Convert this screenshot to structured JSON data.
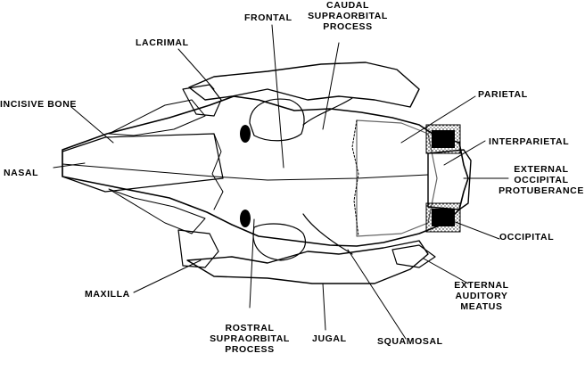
{
  "labels": {
    "frontal": "FRONTAL",
    "caudal_supraorbital_process": [
      "CAUDAL",
      "SUPRAORBITAL",
      "PROCESS"
    ],
    "lacrimal": "LACRIMAL",
    "incisive_bone": "INCISIVE  BONE",
    "parietal": "PARIETAL",
    "interparietal": "INTERPARIETAL",
    "external_occipital_protuberance": [
      "EXTERNAL",
      "OCCIPITAL",
      "PROTUBERANCE"
    ],
    "nasal": "NASAL",
    "occipital": "OCCIPITAL",
    "maxilla": "MAXILLA",
    "external_auditory_meatus": [
      "EXTERNAL",
      "AUDITORY",
      "MEATUS"
    ],
    "rostral_supraorbital_process": [
      "ROSTRAL",
      "SUPRAORBITAL",
      "PROCESS"
    ],
    "jugal": "JUGAL",
    "squamosal": "SQUAMOSAL"
  },
  "colors": {
    "ink": "#000000",
    "background": "#ffffff"
  }
}
